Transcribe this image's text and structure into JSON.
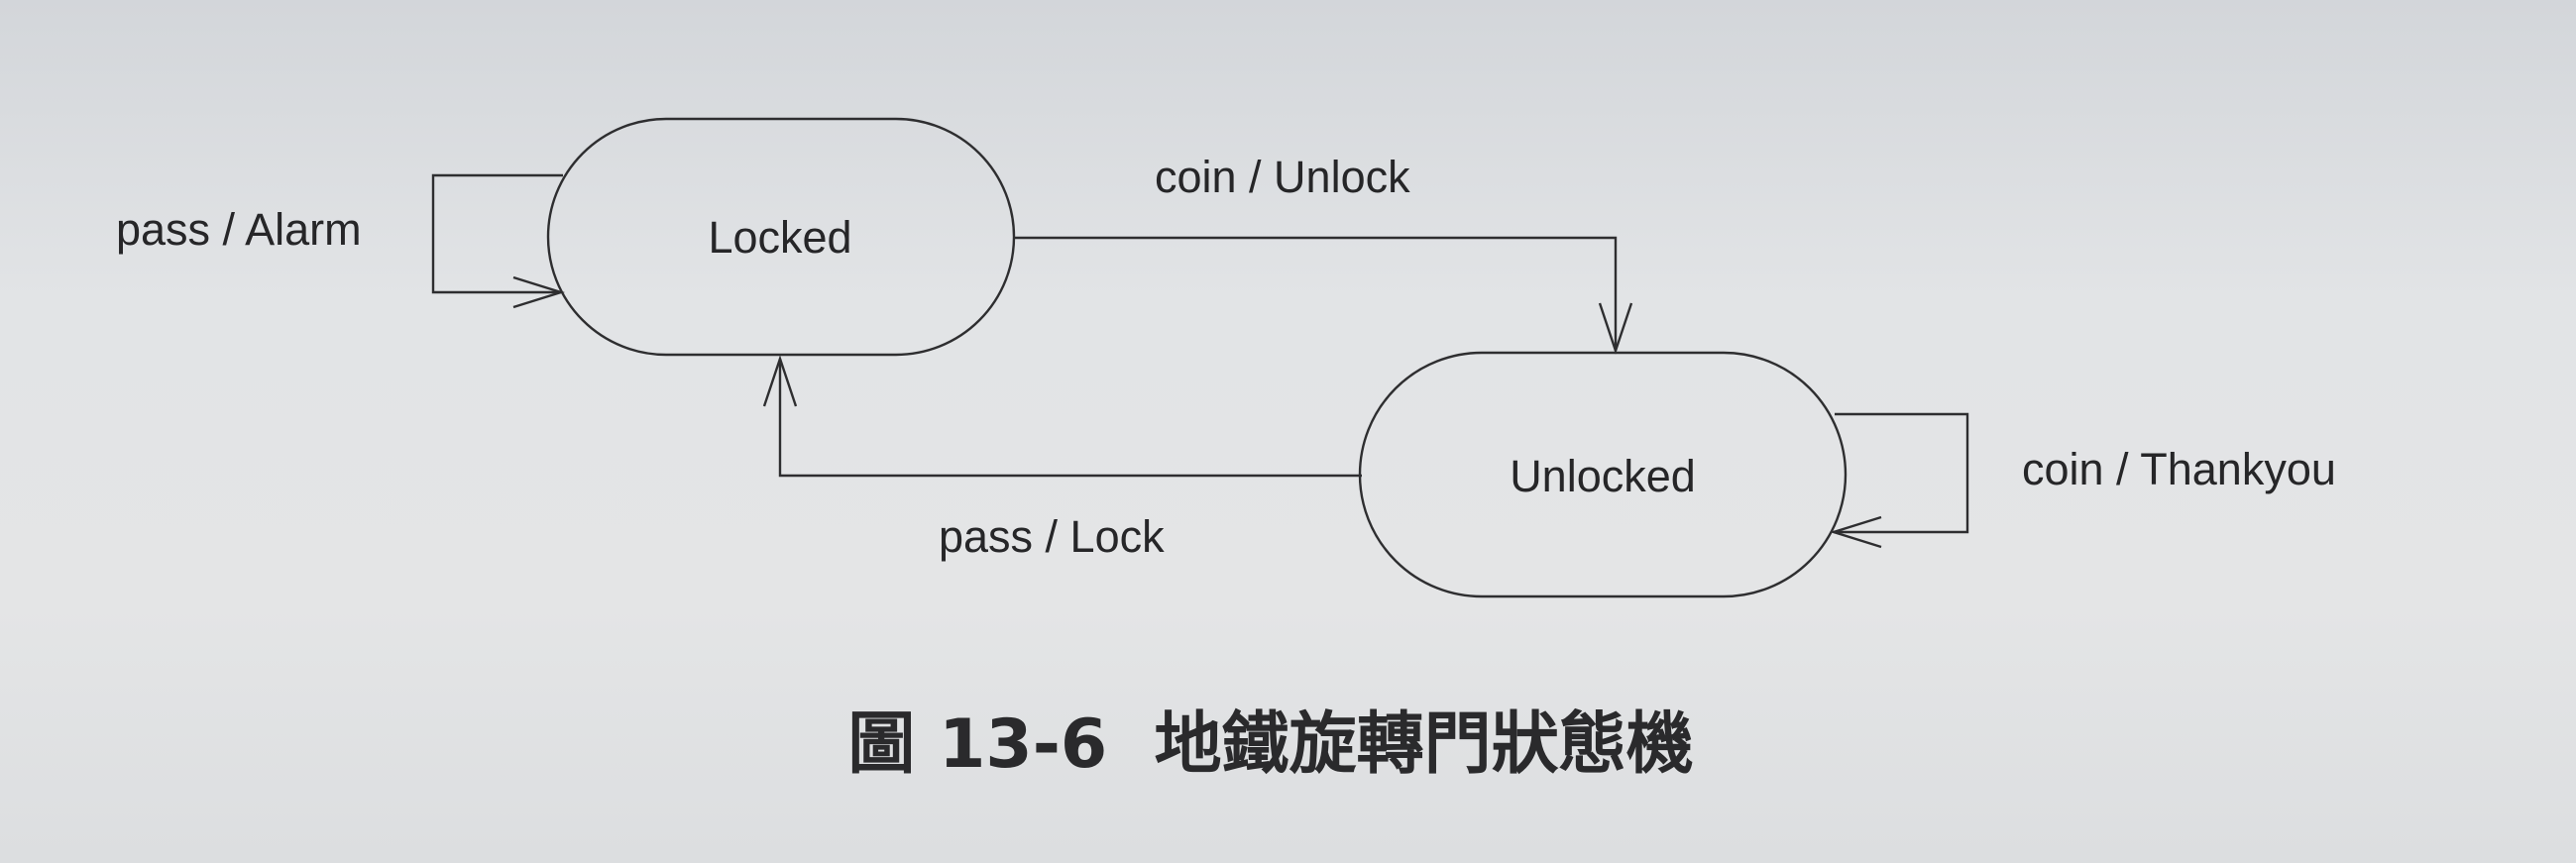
{
  "diagram": {
    "states": [
      {
        "id": "locked",
        "label": "Locked"
      },
      {
        "id": "unlocked",
        "label": "Unlocked"
      }
    ],
    "transitions": [
      {
        "from": "locked",
        "to": "locked",
        "label": "pass / Alarm"
      },
      {
        "from": "locked",
        "to": "unlocked",
        "label": "coin / Unlock"
      },
      {
        "from": "unlocked",
        "to": "locked",
        "label": "pass / Lock"
      },
      {
        "from": "unlocked",
        "to": "unlocked",
        "label": "coin / Thankyou"
      }
    ]
  },
  "caption": "圖 13-6  地鐵旋轉門狀態機"
}
